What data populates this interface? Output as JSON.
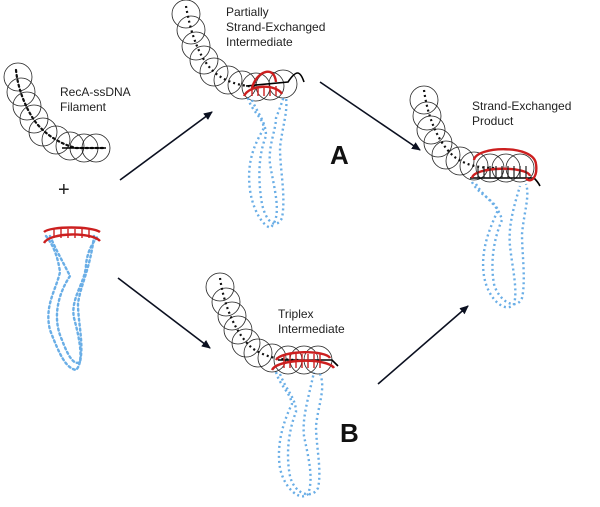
{
  "labels": {
    "filament": [
      "RecA-ssDNA",
      "Filament"
    ],
    "plus": "+",
    "partial": [
      "Partially",
      "Strand-Exchanged",
      "Intermediate"
    ],
    "product": [
      "Strand-Exchanged",
      "Product"
    ],
    "triplex": [
      "Triplex",
      "Intermediate"
    ],
    "path_a": "A",
    "path_b": "B"
  },
  "colors": {
    "recA_circle": "#222222",
    "ssdna_dots": "#111111",
    "duplex_blue": "#6aaee6",
    "duplex_red": "#cc1f1f",
    "strand_black": "#000000",
    "arrow": "#0b1020"
  },
  "icons": {
    "filament": "recA-ssdna-filament",
    "duplex": "supercoiled-dna-duplex",
    "arrow": "reaction-arrow"
  }
}
